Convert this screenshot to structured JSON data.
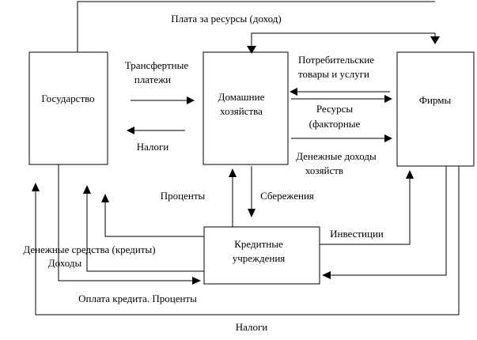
{
  "nodes": {
    "state": "Государство",
    "households_line1": "Домашние",
    "households_line2": "хозяйства",
    "firms": "Фирмы",
    "credit_line1": "Кредитные",
    "credit_line2": "учреждения"
  },
  "flows": {
    "resource_payment": "Плата за ресурсы (доход)",
    "transfers_line1": "Трансфертные",
    "transfers_line2": "платежи",
    "taxes_households": "Налоги",
    "consumer_goods_line1": "Потребительские",
    "consumer_goods_line2": "товары и услуги",
    "resources_line1": "Ресурсы",
    "resources_line2": "(факторные",
    "money_income_line1": "Денежные доходы",
    "money_income_line2": "хозяйств",
    "interest": "Проценты",
    "savings": "Сбережения",
    "investments": "Инвестиции",
    "money_credits": "Денежные средства (кредиты)",
    "income": "Доходы",
    "loan_repayment": "Оплата кредита. Проценты",
    "taxes_firms": "Налоги"
  }
}
